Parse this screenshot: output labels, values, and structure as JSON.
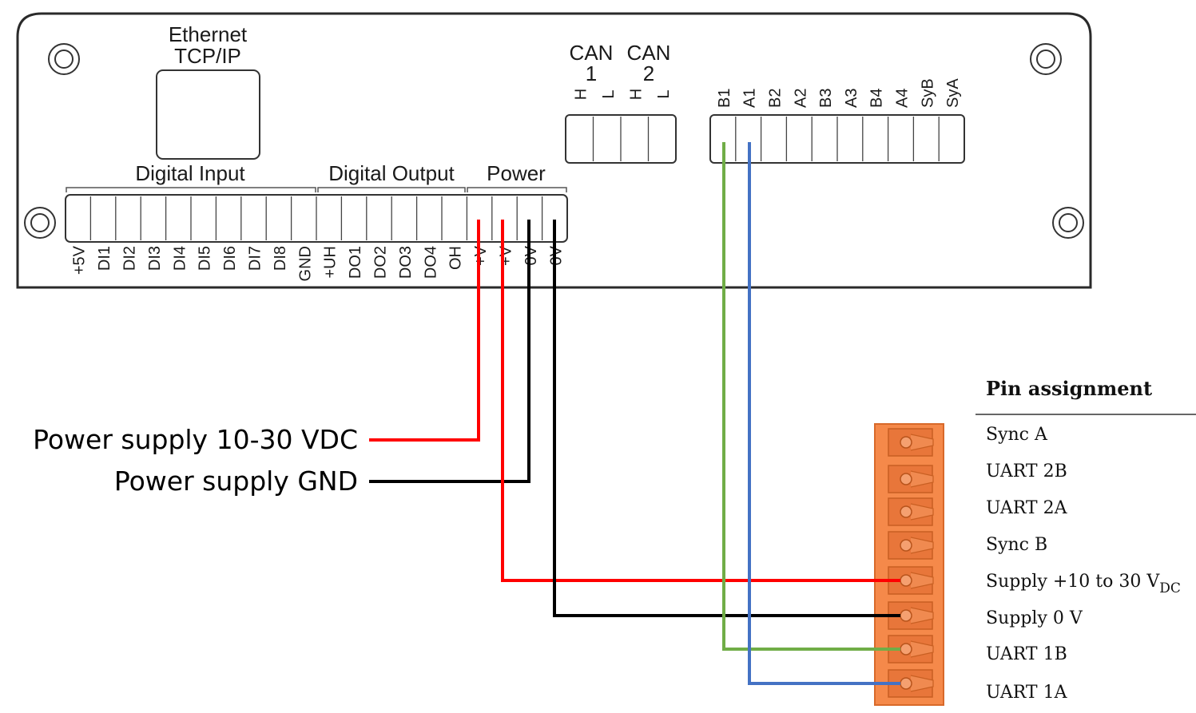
{
  "device": {
    "ethernet_label": [
      "Ethernet",
      "TCP/IP"
    ],
    "group_labels": {
      "digital_input": "Digital Input",
      "digital_output": "Digital Output",
      "power": "Power"
    },
    "bottom_pins": [
      "+5V",
      "DI1",
      "DI2",
      "DI3",
      "DI4",
      "DI5",
      "DI6",
      "DI7",
      "DI8",
      "GND",
      "+UH",
      "DO1",
      "DO2",
      "DO3",
      "DO4",
      "OH",
      "+V",
      "+V",
      "0V",
      "0V"
    ],
    "can_labels": [
      [
        "CAN",
        "1"
      ],
      [
        "CAN",
        "2"
      ]
    ],
    "can_pins": [
      "H",
      "L",
      "H",
      "L"
    ],
    "bus_pins": [
      "B1",
      "A1",
      "B2",
      "A2",
      "B3",
      "A3",
      "B4",
      "A4",
      "SyB",
      "SyA"
    ]
  },
  "supply_labels": {
    "vdc": "Power supply 10-30 VDC",
    "gnd": "Power supply GND"
  },
  "pin_assignment": {
    "title": "Pin assignment",
    "rows": [
      {
        "text": "Sync A",
        "sub": ""
      },
      {
        "text": "UART 2B",
        "sub": ""
      },
      {
        "text": "UART 2A",
        "sub": ""
      },
      {
        "text": "Sync B",
        "sub": ""
      },
      {
        "text": "Supply +10 to 30 V",
        "sub": "DC"
      },
      {
        "text": "Supply 0 V",
        "sub": ""
      },
      {
        "text": "UART 1B",
        "sub": ""
      },
      {
        "text": "UART 1A",
        "sub": ""
      }
    ]
  },
  "colors": {
    "red_wire": "#ff0000",
    "black_wire": "#000000",
    "green_wire": "#70ad47",
    "blue_wire": "#4472c4",
    "connector": "#f5894a",
    "connector_dark": "#d8692a"
  }
}
